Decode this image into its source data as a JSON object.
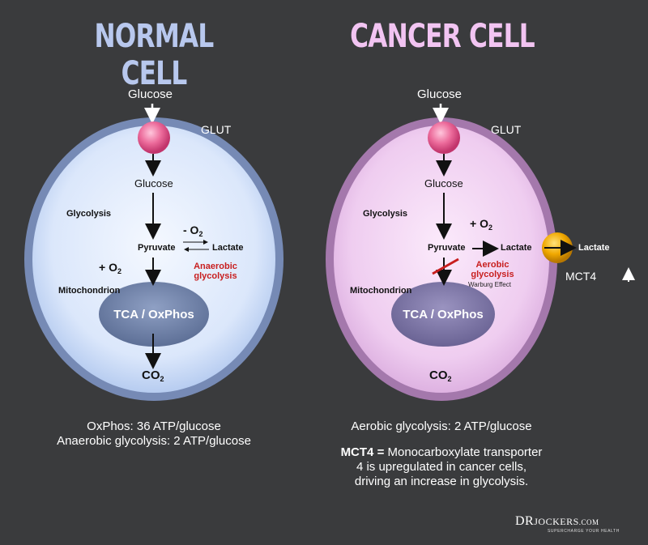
{
  "colors": {
    "background": "#3a3b3d",
    "normal_title": "#b8c8ee",
    "cancer_title": "#f2c4f2",
    "annotation_red": "#c81e1e",
    "transporter": "#f0a800",
    "glut": "#e8578a"
  },
  "normal": {
    "title": "NORMAL CELL",
    "glucose_in": "Glucose",
    "glut": "GLUT",
    "glucose": "Glucose",
    "glycolysis": "Glycolysis",
    "minus_o2": "- O",
    "pyruvate": "Pyruvate",
    "lactate": "Lactate",
    "anaerobic": "Anaerobic",
    "anaerobic2": "glycolysis",
    "plus_o2": "+ O",
    "mitochondrion": "Mitochondrion",
    "tca": "TCA / OxPhos",
    "co2": "CO",
    "sub2": "2",
    "caption1": "OxPhos: 36 ATP/glucose",
    "caption2": "Anaerobic glycolysis: 2 ATP/glucose"
  },
  "cancer": {
    "title": "CANCER CELL",
    "glucose_in": "Glucose",
    "glut": "GLUT",
    "glucose": "Glucose",
    "glycolysis": "Glycolysis",
    "plus_o2": "+ O",
    "pyruvate": "Pyruvate",
    "lactate": "Lactate",
    "lactate_out": "Lactate",
    "aerobic": "Aerobic",
    "aerobic2": "glycolysis",
    "warburg": "Warburg Effect",
    "mitochondrion": "Mitochondrion",
    "tca": "TCA / OxPhos",
    "co2": "CO",
    "sub2": "2",
    "mct4": "MCT4",
    "caption1": "Aerobic glycolysis: 2 ATP/glucose",
    "mct4_bold": "MCT4 =",
    "mct4_line1": " Monocarboxylate transporter",
    "mct4_line2": "4 is upregulated in cancer cells,",
    "mct4_line3": "driving an increase in glycolysis."
  },
  "logo": {
    "text_dr": "DR",
    "text_jockers": "JOCKERS",
    "text_com": ".COM",
    "tagline": "SUPERCHARGE YOUR HEALTH"
  }
}
